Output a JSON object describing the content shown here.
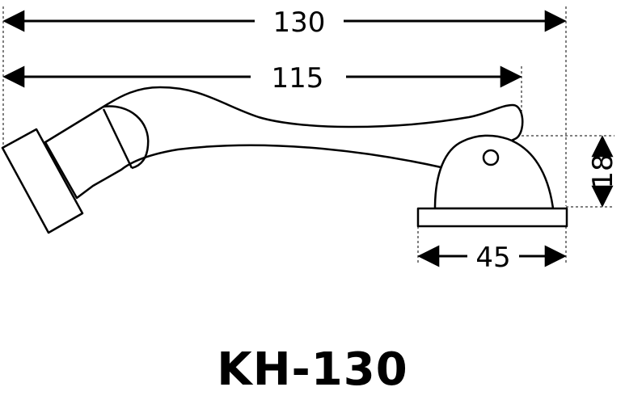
{
  "dimensions": {
    "overall_length": "130",
    "arm_length": "115",
    "base_width": "45",
    "height": "18"
  },
  "model_code": "KH-130",
  "colors": {
    "line": "#000000",
    "background": "#ffffff"
  }
}
